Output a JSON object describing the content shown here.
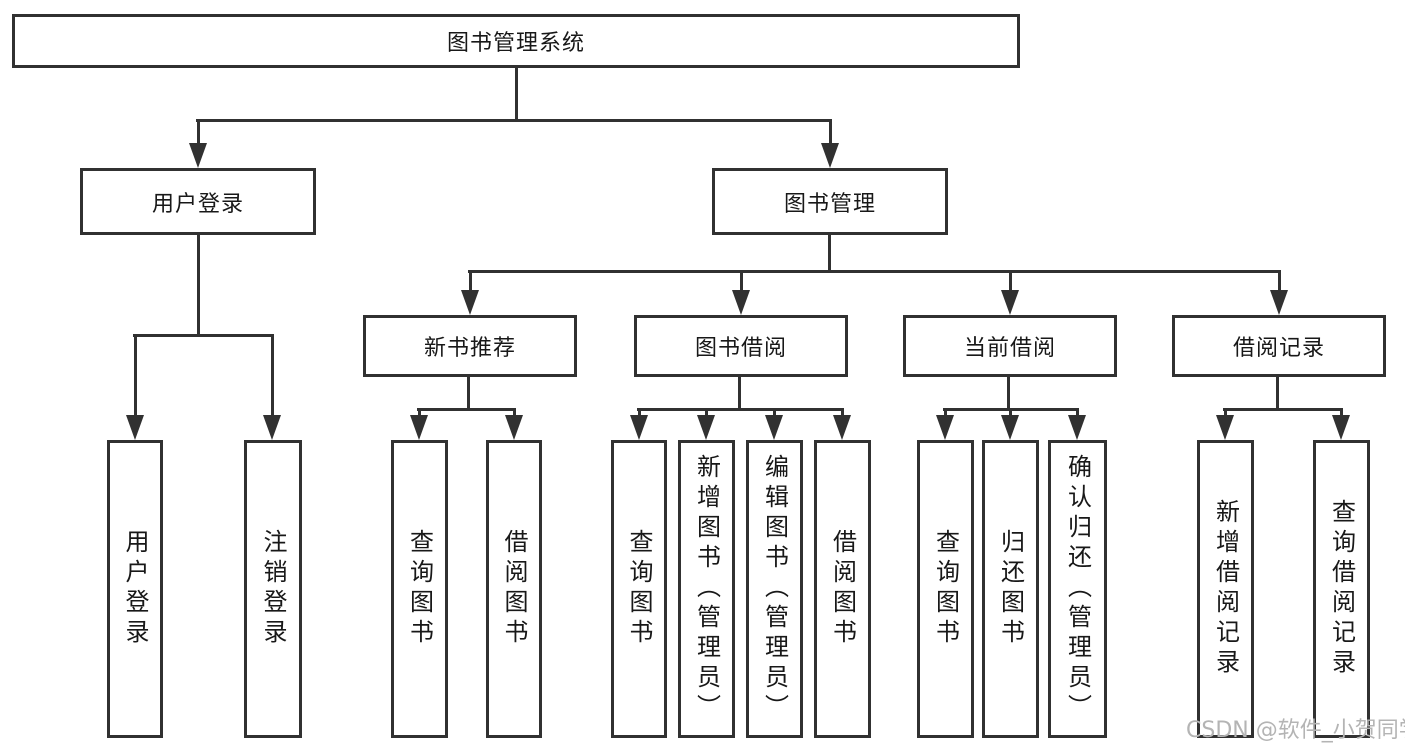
{
  "watermark": "CSDN @软件_小贺同学",
  "colors": {
    "line": "#313131",
    "text": "#181818",
    "watermark": "#b4b4b4",
    "background": "#ffffff"
  },
  "tree": {
    "root": "图书管理系统",
    "branches": [
      {
        "label": "用户登录",
        "children": [
          "用户登录",
          "注销登录"
        ]
      },
      {
        "label": "图书管理",
        "children": [
          {
            "label": "新书推荐",
            "children": [
              "查询图书",
              "借阅图书"
            ]
          },
          {
            "label": "图书借阅",
            "children": [
              "查询图书",
              "新增图书（管理员）",
              "编辑图书（管理员）",
              "借阅图书"
            ]
          },
          {
            "label": "当前借阅",
            "children": [
              "查询图书",
              "归还图书",
              "确认归还（管理员）"
            ]
          },
          {
            "label": "借阅记录",
            "children": [
              "新增借阅记录",
              "查询借阅记录"
            ]
          }
        ]
      }
    ]
  }
}
